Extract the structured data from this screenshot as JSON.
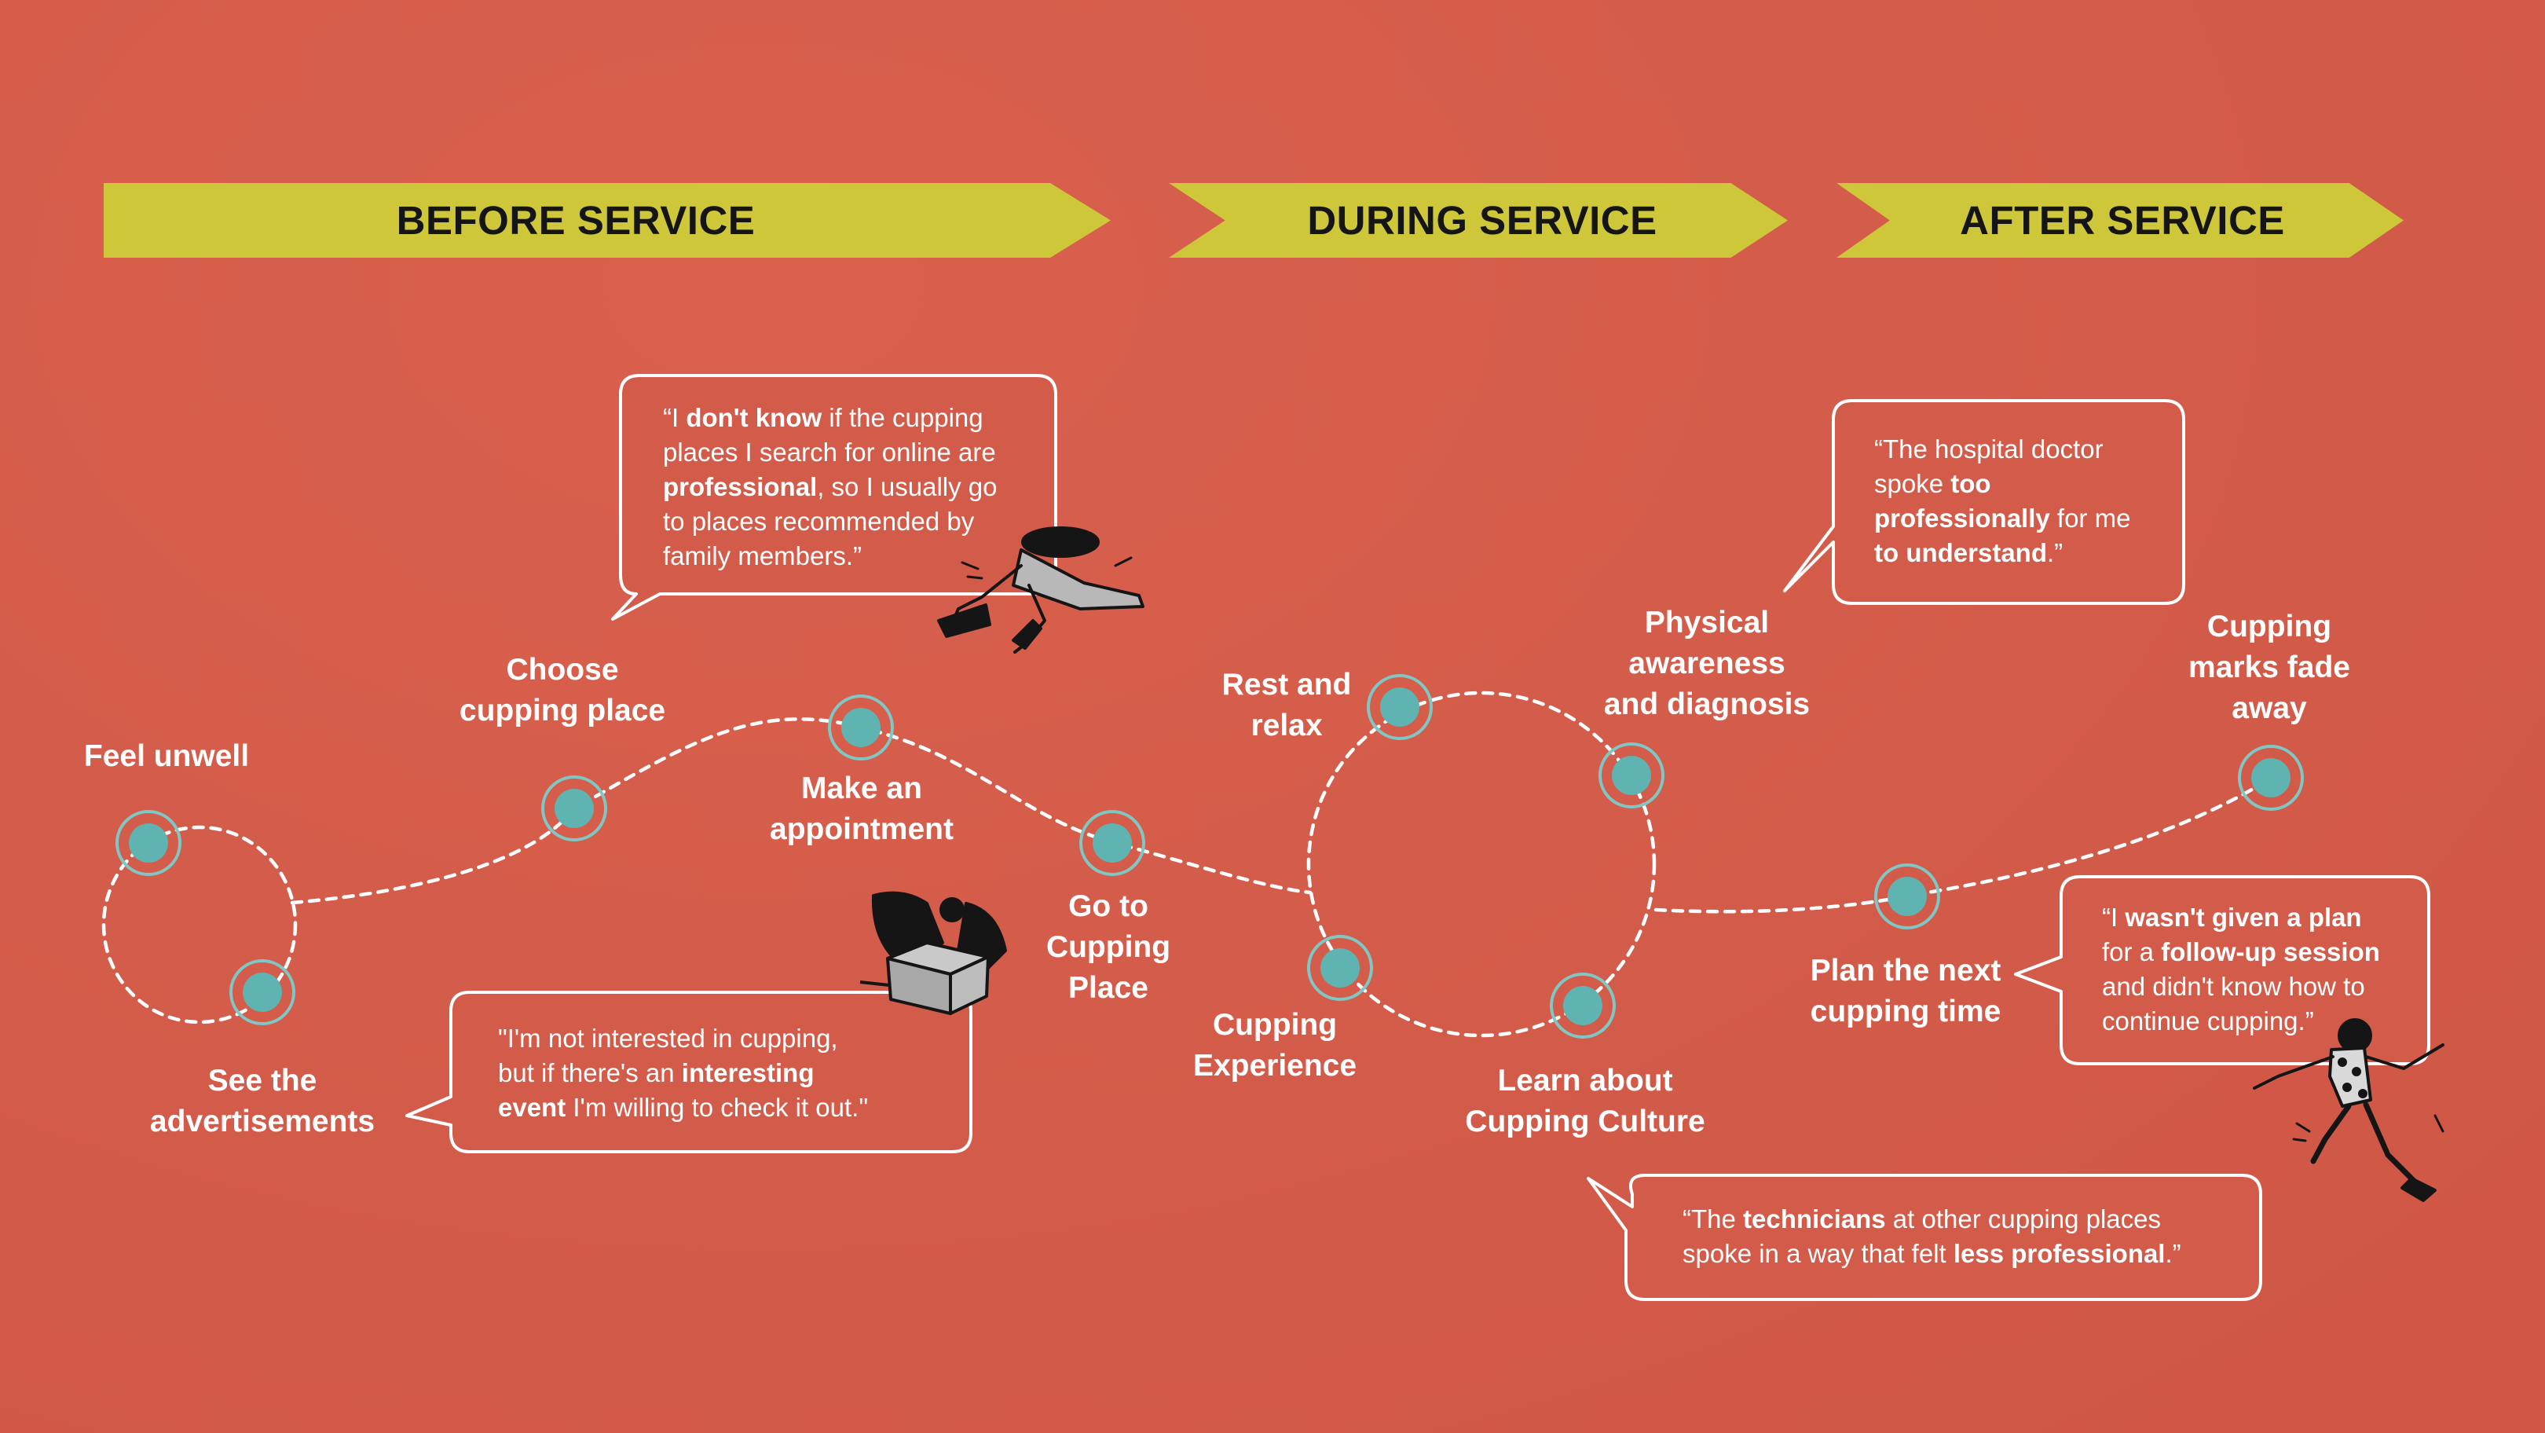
{
  "phases": {
    "before": "BEFORE SERVICE",
    "during": "DURING SERVICE",
    "after": "AFTER SERVICE"
  },
  "steps": {
    "feel_unwell": "Feel unwell",
    "see_ads_1": "See the",
    "see_ads_2": "advertisements",
    "choose_1": "Choose",
    "choose_2": "cupping place",
    "appointment_1": "Make an",
    "appointment_2": "appointment",
    "goto_1": "Go to",
    "goto_2": "Cupping",
    "goto_3": "Place",
    "rest_1": "Rest and",
    "rest_2": "relax",
    "experience_1": "Cupping",
    "experience_2": "Experience",
    "physical_1": "Physical",
    "physical_2": "awareness",
    "physical_3": "and diagnosis",
    "culture_1": "Learn about",
    "culture_2": "Cupping Culture",
    "plan_1": "Plan the next",
    "plan_2": "cupping time",
    "fade_1": "Cupping",
    "fade_2": "marks fade",
    "fade_3": "away"
  },
  "quotes": {
    "q1": {
      "l1a": "“I ",
      "l1b": "don't know",
      "l1c": " if the cupping",
      "l2": "places I search for online are",
      "l3a": "professional",
      "l3b": ", so I usually go",
      "l4": "to places recommended by",
      "l5": "family members.”"
    },
    "q2": {
      "l1": "\"I'm not interested in cupping,",
      "l2a": "but if there's an ",
      "l2b": "interesting",
      "l3a": "event",
      "l3b": " I'm willing to check it out.\""
    },
    "q3": {
      "l1": "“The hospital doctor",
      "l2a": "spoke ",
      "l2b": "too",
      "l3a": "professionally",
      "l3b": " for me",
      "l4a": "to understand",
      "l4b": ".”"
    },
    "q4": {
      "l1a": "“I ",
      "l1b": "wasn't given a plan",
      "l2a": "for a ",
      "l2b": "follow-up session",
      "l3": "and didn't know how to",
      "l4": "continue cupping.”"
    },
    "q5": {
      "l1a": "“The ",
      "l1b": "technicians",
      "l1c": " at other cupping places",
      "l2a": "spoke in a way that felt ",
      "l2b": "less professional",
      "l2c": ".”"
    }
  },
  "colors": {
    "background": "#d35b49",
    "banner": "#cfc73a",
    "node_fill": "#5fb3b0",
    "line": "#ffffff"
  }
}
